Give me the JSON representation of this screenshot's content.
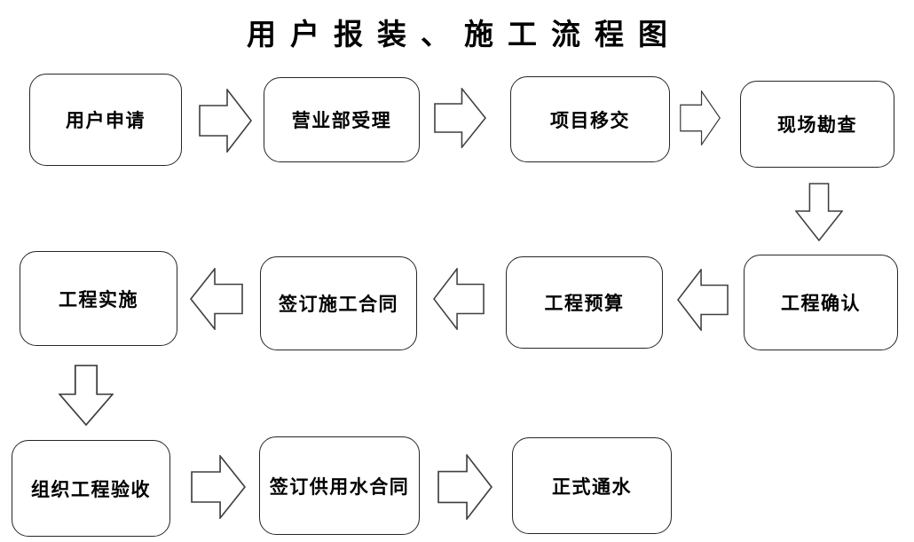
{
  "title": "用户报装、施工流程图",
  "nodes": [
    {
      "id": "user-application",
      "label": "用户申请"
    },
    {
      "id": "business-dept-acceptance",
      "label": "营业部受理"
    },
    {
      "id": "project-handover",
      "label": "项目移交"
    },
    {
      "id": "site-survey",
      "label": "现场勘查"
    },
    {
      "id": "project-confirmation",
      "label": "工程确认"
    },
    {
      "id": "project-budget",
      "label": "工程预算"
    },
    {
      "id": "sign-construction-contract",
      "label": "签订施工合同"
    },
    {
      "id": "project-implementation",
      "label": "工程实施"
    },
    {
      "id": "organize-project-acceptance",
      "label": "组织工程验收"
    },
    {
      "id": "sign-water-supply-contract",
      "label": "签订供用水合同"
    },
    {
      "id": "official-water-flow",
      "label": "正式通水"
    }
  ],
  "edges": [
    {
      "from": "用户申请",
      "to": "营业部受理",
      "direction": "right"
    },
    {
      "from": "营业部受理",
      "to": "项目移交",
      "direction": "right"
    },
    {
      "from": "项目移交",
      "to": "现场勘查",
      "direction": "right"
    },
    {
      "from": "现场勘查",
      "to": "工程确认",
      "direction": "down"
    },
    {
      "from": "工程确认",
      "to": "工程预算",
      "direction": "left"
    },
    {
      "from": "工程预算",
      "to": "签订施工合同",
      "direction": "left"
    },
    {
      "from": "签订施工合同",
      "to": "工程实施",
      "direction": "left"
    },
    {
      "from": "工程实施",
      "to": "组织工程验收",
      "direction": "down"
    },
    {
      "from": "组织工程验收",
      "to": "签订供用水合同",
      "direction": "right"
    },
    {
      "from": "签订供用水合同",
      "to": "正式通水",
      "direction": "right"
    }
  ],
  "colors": {
    "background": "#ffffff",
    "box_border": "#262626",
    "arrow_outline": "#3f3f3f",
    "text": "#000000"
  }
}
